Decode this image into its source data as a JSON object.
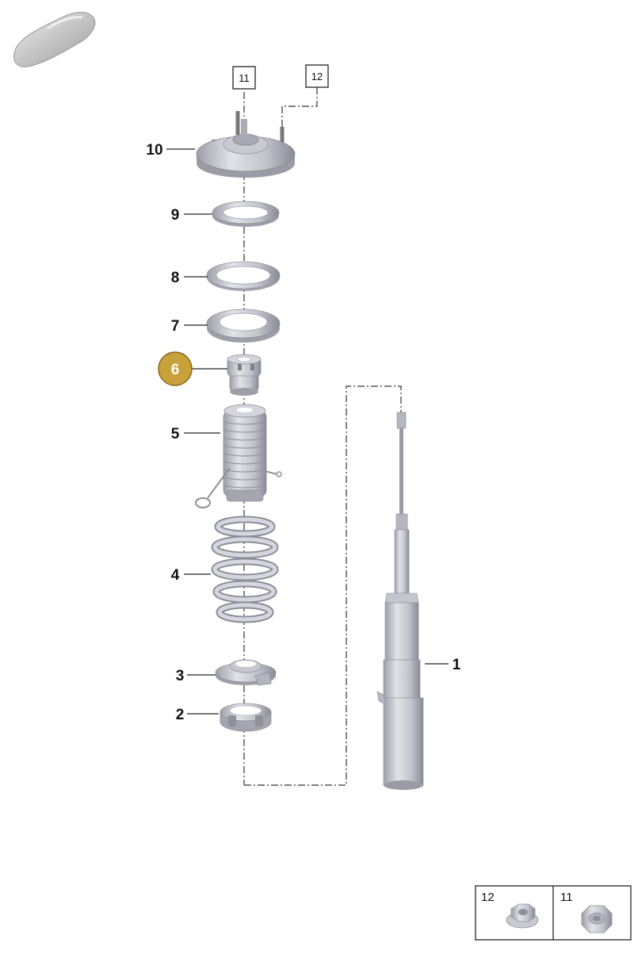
{
  "callouts": [
    {
      "id": "10",
      "text": "10"
    },
    {
      "id": "9",
      "text": "9"
    },
    {
      "id": "8",
      "text": "8"
    },
    {
      "id": "7",
      "text": "7"
    },
    {
      "id": "6",
      "text": "6",
      "highlighted": true
    },
    {
      "id": "5",
      "text": "5"
    },
    {
      "id": "4",
      "text": "4"
    },
    {
      "id": "3",
      "text": "3"
    },
    {
      "id": "2",
      "text": "2"
    },
    {
      "id": "1",
      "text": "1"
    }
  ],
  "ref_boxes": [
    {
      "id": "11",
      "text": "11"
    },
    {
      "id": "12",
      "text": "12"
    }
  ],
  "legend": [
    {
      "text": "12",
      "icon": "flange-nut-icon"
    },
    {
      "text": "11",
      "icon": "hex-nut-icon"
    }
  ],
  "colors": {
    "highlight": "#c9a13a",
    "highlight_border": "#8a6a1c",
    "part_light": "#d9d9df",
    "part_mid": "#b7b8c1",
    "part_dark": "#8c8d98"
  }
}
